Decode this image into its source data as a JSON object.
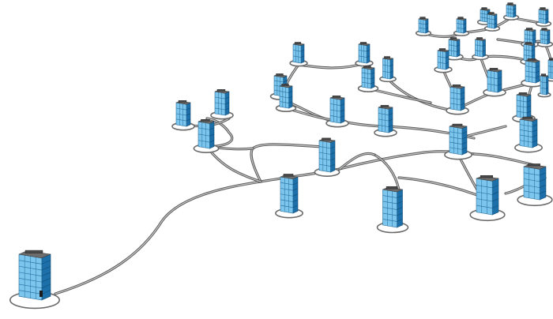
{
  "scene": {
    "kind": "network-of-office-buildings",
    "colors": {
      "background": "#ffffff",
      "glass_light": "#7cc6ee",
      "glass_mid": "#3f9fd9",
      "glass_dark": "#1c6fa8",
      "roof": "#4a4a4a",
      "road_edge": "#5a5a5a",
      "road_center": "#c9c9c9",
      "ring": "#6a6a6a"
    },
    "buildings": [
      {
        "name": "hq-tower",
        "floors": 7
      },
      {
        "name": "tower-1",
        "floors": 6
      },
      {
        "name": "tower-2",
        "floors": 6
      },
      {
        "name": "tower-3",
        "floors": 5
      },
      {
        "name": "tower-4",
        "floors": 5
      },
      {
        "name": "tower-5",
        "floors": 5
      },
      {
        "name": "tower-6",
        "floors": 5
      },
      {
        "name": "tower-7",
        "floors": 5
      },
      {
        "name": "tower-8",
        "floors": 4
      },
      {
        "name": "tower-9",
        "floors": 4
      },
      {
        "name": "tower-10",
        "floors": 4
      },
      {
        "name": "tower-11",
        "floors": 4
      },
      {
        "name": "tower-12",
        "floors": 4
      },
      {
        "name": "tower-13",
        "floors": 4
      },
      {
        "name": "tower-14",
        "floors": 4
      },
      {
        "name": "tower-15",
        "floors": 4
      },
      {
        "name": "tower-16",
        "floors": 4
      },
      {
        "name": "tower-17",
        "floors": 4
      },
      {
        "name": "tower-18",
        "floors": 4
      },
      {
        "name": "tower-19",
        "floors": 3
      },
      {
        "name": "tower-20",
        "floors": 3
      },
      {
        "name": "tower-21",
        "floors": 3
      },
      {
        "name": "tower-22",
        "floors": 3
      },
      {
        "name": "tower-23",
        "floors": 3
      },
      {
        "name": "tower-24",
        "floors": 3
      },
      {
        "name": "tower-25",
        "floors": 3
      },
      {
        "name": "tower-26",
        "floors": 3
      },
      {
        "name": "tower-27",
        "floors": 3
      },
      {
        "name": "tower-28",
        "floors": 3
      },
      {
        "name": "tower-29",
        "floors": 3
      },
      {
        "name": "tower-30",
        "floors": 3
      },
      {
        "name": "tower-31",
        "floors": 3
      },
      {
        "name": "tower-32",
        "floors": 3
      },
      {
        "name": "tower-33",
        "floors": 3
      },
      {
        "name": "tower-34",
        "floors": 3
      },
      {
        "name": "tower-35",
        "floors": 3
      },
      {
        "name": "tower-36",
        "floors": 3
      }
    ]
  }
}
